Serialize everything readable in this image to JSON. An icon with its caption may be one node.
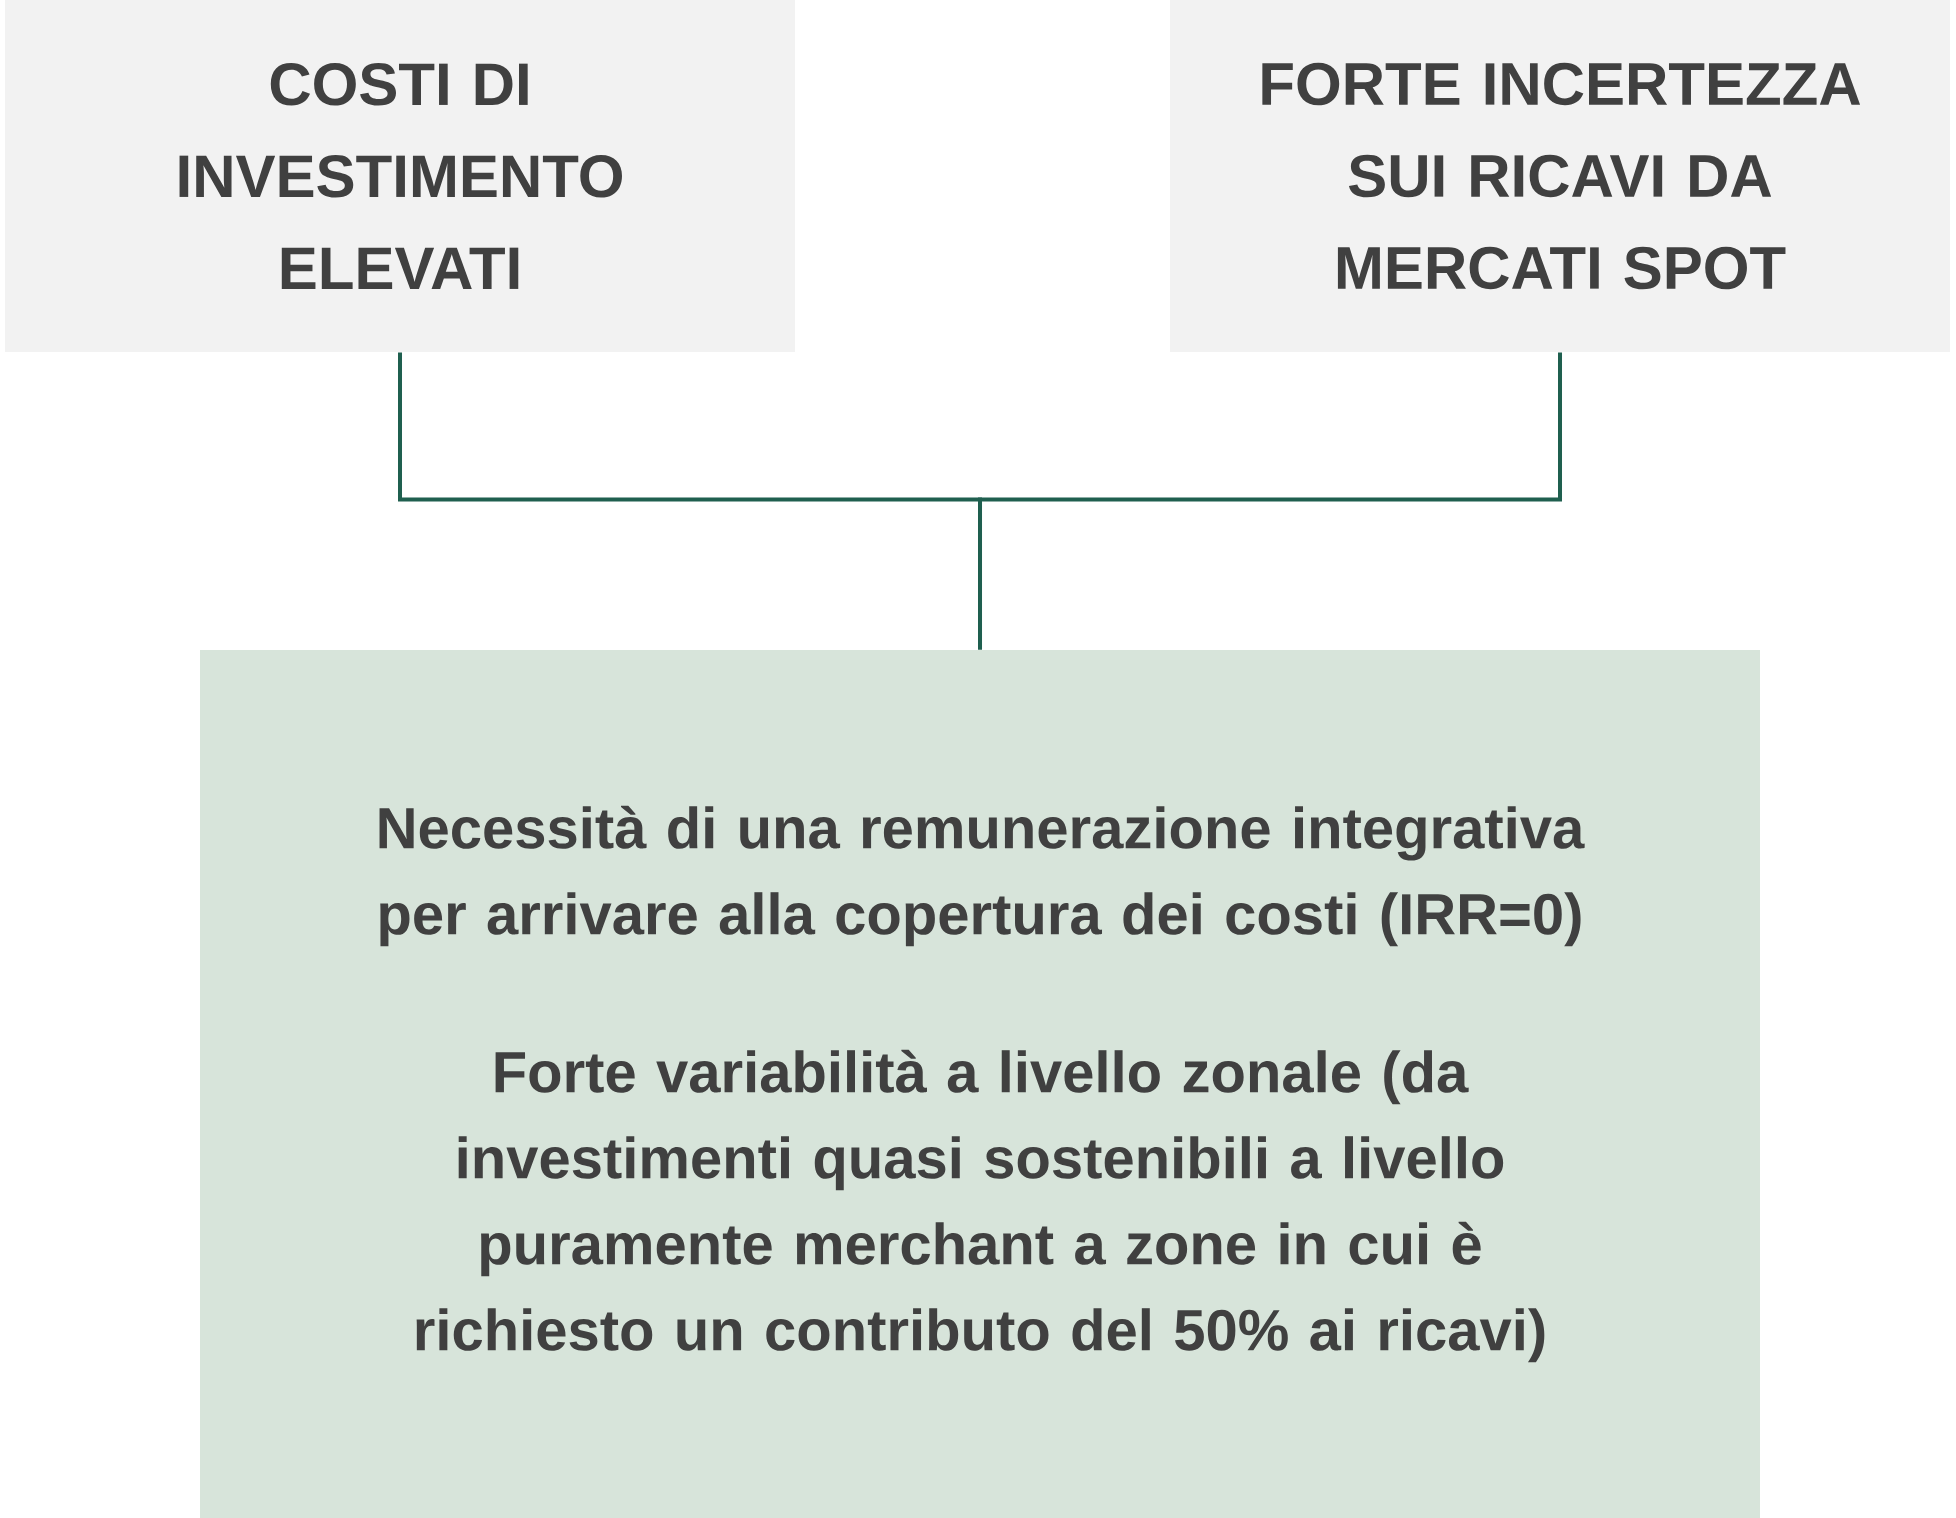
{
  "diagram": {
    "nodes": [
      {
        "text": [
          "COSTI DI INVESTIMENTO ELEVATI"
        ]
      },
      {
        "text": [
          "FORTE INCERTEZZA SUI RICAVI DA MERCATI SPOT"
        ]
      },
      {
        "text": [
          "Necessità di una remunerazione integrativa per arrivare alla copertura dei costi (IRR=0)",
          "Forte variabilità a livello zonale (da investimenti quasi sostenibili a livello puramente merchant a zone in cui è richiesto un contributo del 50% ai ricavi)"
        ]
      }
    ],
    "edges": [
      {
        "from": 0,
        "to": 2,
        "arrow": "none"
      },
      {
        "from": 1,
        "to": 2,
        "arrow": "none"
      }
    ]
  }
}
